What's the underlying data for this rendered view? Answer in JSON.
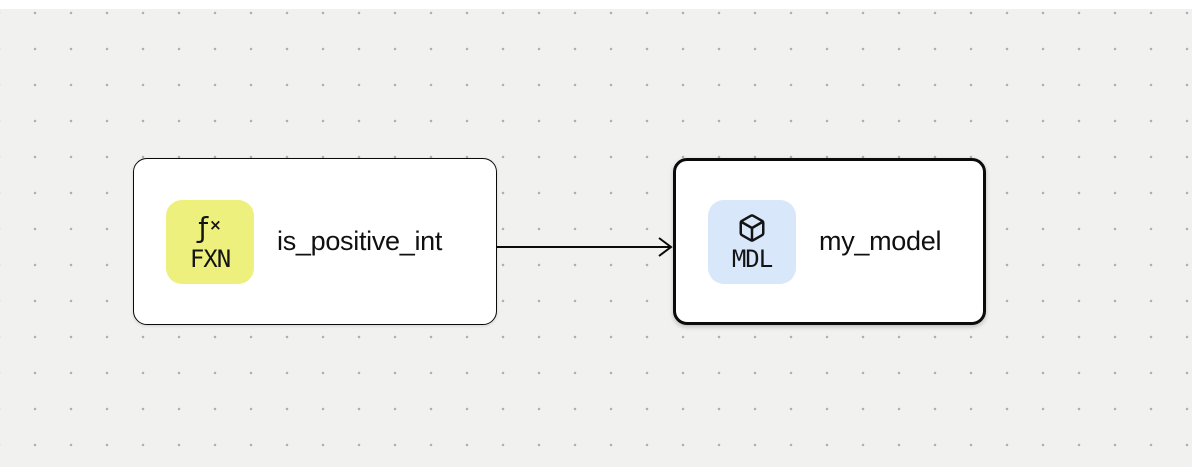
{
  "canvas": {
    "background_color": "#f1f1ef",
    "dot_color": "#b0b0ae"
  },
  "nodes": [
    {
      "id": "is_positive_int",
      "label": "is_positive_int",
      "type": "function",
      "selected": false,
      "badge": {
        "text": "FXN",
        "glyph_f": "ƒ",
        "glyph_x": "×",
        "icon": "function-icon",
        "color": "#edf07c"
      }
    },
    {
      "id": "my_model",
      "label": "my_model",
      "type": "model",
      "selected": true,
      "badge": {
        "text": "MDL",
        "icon": "box-icon",
        "color": "#d8e8fa"
      }
    }
  ],
  "edges": [
    {
      "from": "is_positive_int",
      "to": "my_model",
      "color": "#0b0b0b"
    }
  ]
}
